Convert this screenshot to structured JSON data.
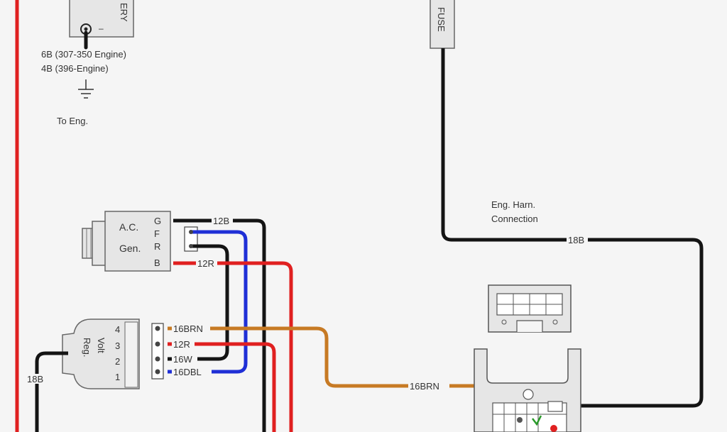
{
  "battery": {
    "label": "ERY",
    "minus": "–",
    "engine_307": "6B (307-350 Engine)",
    "engine_396": "4B (396-Engine)",
    "ground_label": "To Eng."
  },
  "fuse": {
    "label": "FUSE"
  },
  "harness": {
    "line1": "Eng. Harn.",
    "line2": "Connection"
  },
  "generator": {
    "name_line1": "A.C.",
    "name_line2": "Gen.",
    "terminals": [
      "G",
      "F",
      "R",
      "B"
    ]
  },
  "regulator": {
    "name_line1": "Volt",
    "name_line2": "Reg.",
    "terminals": [
      "4",
      "3",
      "2",
      "1"
    ]
  },
  "wires": {
    "gen_g": "12B",
    "gen_b": "12R",
    "reg_4": "16BRN",
    "reg_3": "12R",
    "reg_2": "16W",
    "reg_1": "16DBL",
    "reg_ground": "18B",
    "harness_wire": "18B",
    "brown_run": "16BRN"
  },
  "colors": {
    "red": "#e02020",
    "black": "#141414",
    "blue": "#1f2fd6",
    "brown": "#c77a24",
    "green": "#2a9a2a"
  }
}
